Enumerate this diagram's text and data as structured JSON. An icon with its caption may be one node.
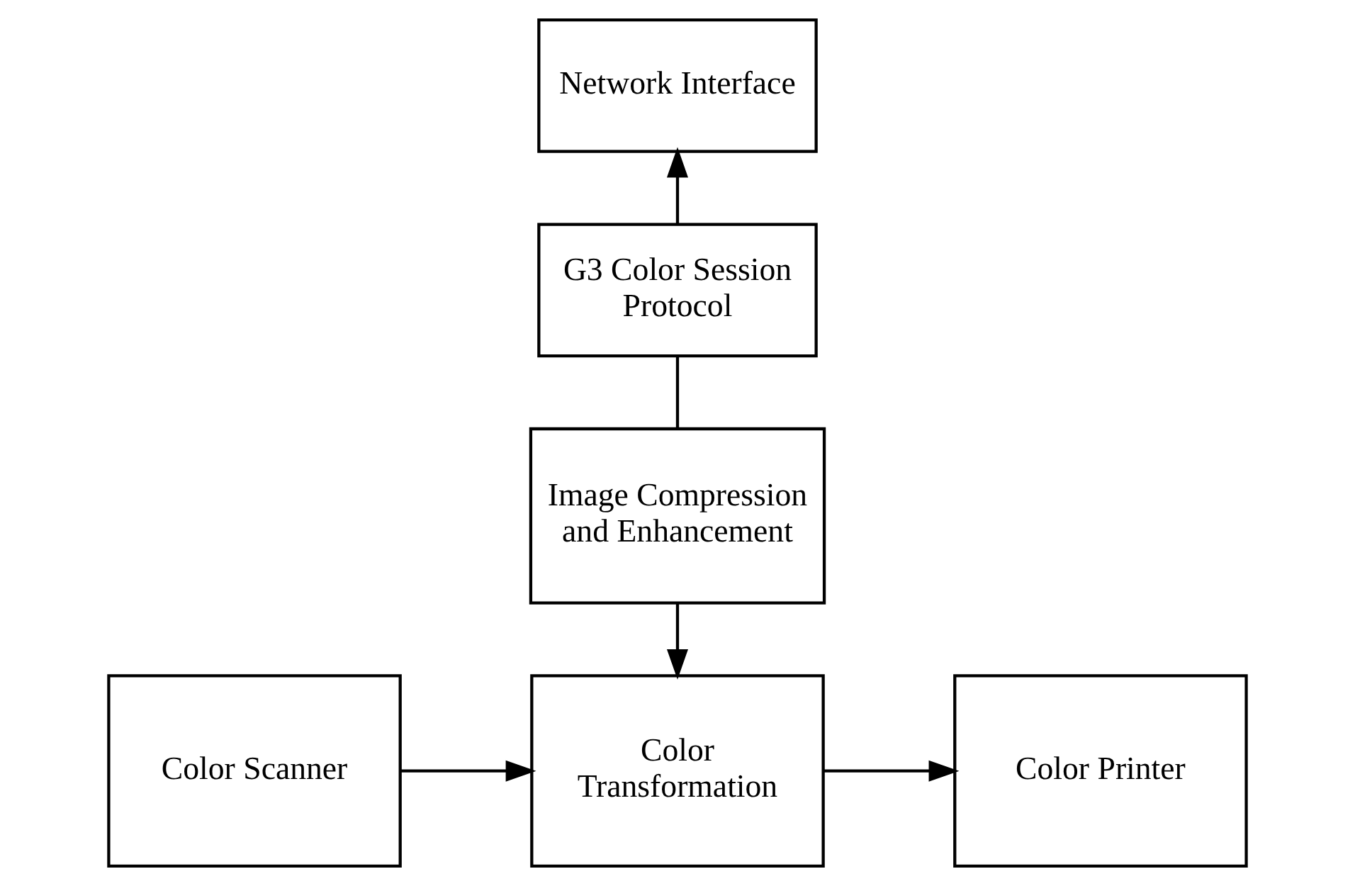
{
  "diagram": {
    "nodes": [
      {
        "text": [
          "Network Interface"
        ]
      },
      {
        "text": [
          "G3 Color Session Protocol"
        ]
      },
      {
        "text": [
          "Image Compression and Enhancement"
        ]
      },
      {
        "text": [
          "Color Scanner"
        ]
      },
      {
        "text": [
          "Color Transformation"
        ]
      },
      {
        "text": [
          "Color Printer"
        ]
      }
    ],
    "edges": [
      {
        "from": 1,
        "to": 0,
        "arrow": "to"
      },
      {
        "from": 1,
        "to": 2,
        "arrow": "none"
      },
      {
        "from": 2,
        "to": 4,
        "arrow": "to"
      },
      {
        "from": 3,
        "to": 4,
        "arrow": "to"
      },
      {
        "from": 4,
        "to": 5,
        "arrow": "to"
      }
    ]
  }
}
